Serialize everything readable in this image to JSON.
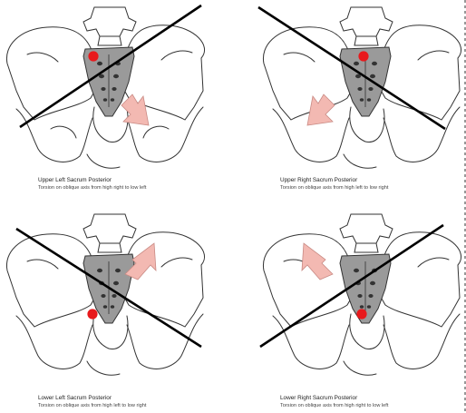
{
  "panels": [
    {
      "id": "upper-left",
      "title": "Upper Left Sacrum Posterior",
      "subtitle": "Torsion on oblique axis from high right to low left",
      "dot_side": "upper-left",
      "arrow_direction": "down-right",
      "axis_direction": "high right to low left"
    },
    {
      "id": "upper-right",
      "title": "Upper Right Sacrum Posterior",
      "subtitle": "Torsion on oblique axis from high left to low right",
      "dot_side": "upper-right",
      "arrow_direction": "down-left",
      "axis_direction": "high left to low right"
    },
    {
      "id": "lower-left",
      "title": "Lower Left Sacrum Posterior",
      "subtitle": "Torsion on oblique axis from high left to low right",
      "dot_side": "lower-left",
      "arrow_direction": "up-right",
      "axis_direction": "high left to low right"
    },
    {
      "id": "lower-right",
      "title": "Lower Right Sacrum Posterior",
      "subtitle": "Torsion on oblique axis from high right to low left",
      "dot_side": "lower-right",
      "arrow_direction": "up-left",
      "axis_direction": "high right to low left"
    }
  ],
  "colors": {
    "sacrum_fill": "#9a9a9a",
    "bone_outline": "#333333",
    "dot": "#e8191c",
    "arrow_fill": "#f3b9b2",
    "arrow_stroke": "#c98a84",
    "axis_line": "#000000"
  }
}
